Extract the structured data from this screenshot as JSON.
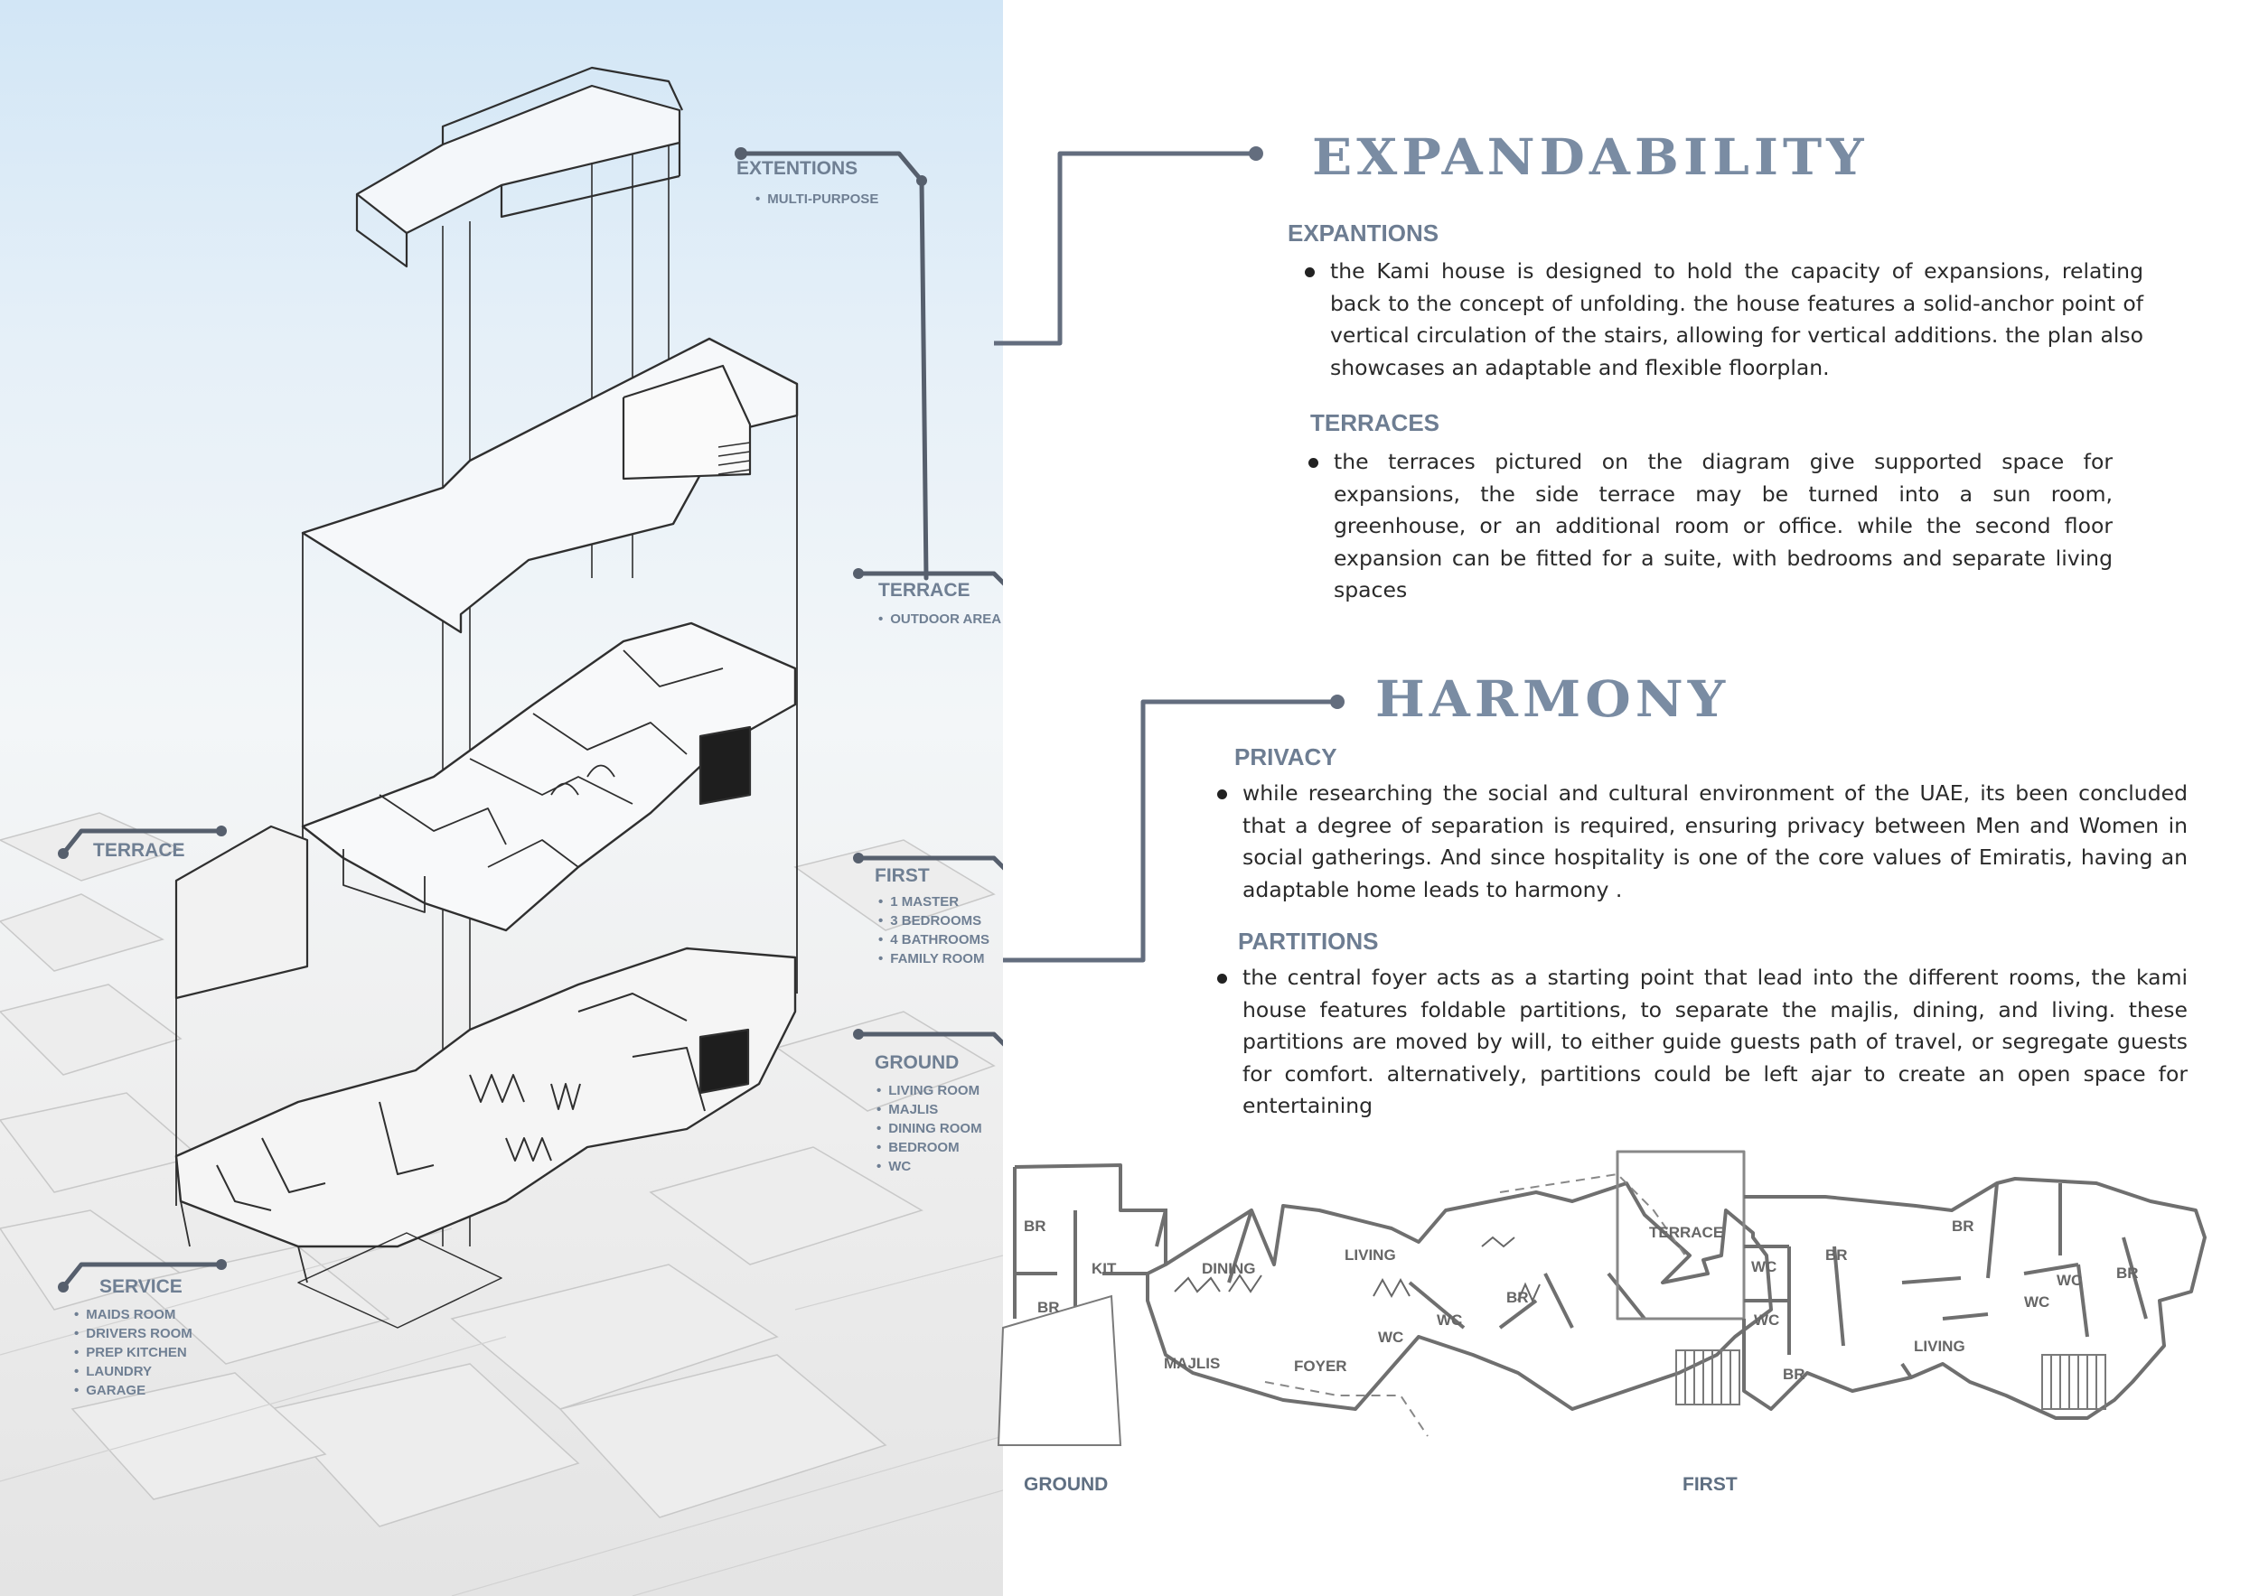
{
  "left_labels": {
    "extentions": {
      "title": "EXTENTIONS",
      "items": [
        "MULTI-PURPOSE"
      ]
    },
    "terrace_upper": {
      "title": "TERRACE",
      "items": [
        "OUTDOOR AREA"
      ]
    },
    "terrace_side": {
      "title": "TERRACE"
    },
    "first": {
      "title": "FIRST",
      "items": [
        "1 MASTER",
        "3 BEDROOMS",
        "4 BATHROOMS",
        "FAMILY ROOM"
      ]
    },
    "ground": {
      "title": "GROUND",
      "items": [
        "LIVING ROOM",
        "MAJLIS",
        "DINING ROOM",
        "BEDROOM",
        "WC"
      ]
    },
    "service": {
      "title": "SERVICE",
      "items": [
        "MAIDS ROOM",
        "DRIVERS ROOM",
        "PREP KITCHEN",
        "LAUNDRY",
        "GARAGE"
      ]
    }
  },
  "expandability": {
    "title": "EXPANDABILITY",
    "expantions": {
      "heading": "EXPANTIONS",
      "text": "the Kami house is designed to hold the capacity of expansions, relating back to the concept of unfolding. the house features a solid-anchor point of vertical circulation of the stairs, allowing for vertical additions. the plan also showcases an adaptable and flexible floorplan."
    },
    "terraces": {
      "heading": "TERRACES",
      "text": "the terraces pictured on the diagram give supported space for expansions, the side terrace may be turned into a sun room, greenhouse, or an additional room or office. while the second floor expansion can be fitted for a suite, with bedrooms and separate living spaces"
    }
  },
  "harmony": {
    "title": "HARMONY",
    "privacy": {
      "heading": "PRIVACY",
      "text": "while researching the social and cultural environment of the UAE, its been concluded that a degree of separation is required, ensuring privacy between Men and Women in social gatherings. And since hospitality is one of the core values of Emiratis, having an adaptable home leads to harmony ."
    },
    "partitions": {
      "heading": "PARTITIONS",
      "text": "the central foyer acts  as a starting point that lead into the different rooms, the kami house features foldable partitions, to separate the majlis, dining, and living. these partitions are moved by will, to either guide guests path of travel, or segregate guests for comfort. alternatively, partitions could be left ajar to create an open space for entertaining"
    }
  },
  "plans": {
    "ground": {
      "caption": "GROUND",
      "rooms": {
        "br1": "BR",
        "kit": "KIT",
        "dining": "DINING",
        "living": "LIVING",
        "br2": "BR",
        "br3": "BR",
        "wc1": "WC",
        "wc2": "WC",
        "majlis": "MAJLIS",
        "foyer": "FOYER"
      }
    },
    "first": {
      "caption": "FIRST",
      "rooms": {
        "terrace": "TERRACE",
        "wc1": "WC",
        "br1": "BR",
        "br2": "BR",
        "wc2": "WC",
        "wc3": "WC",
        "br3": "BR",
        "wc4": "WC",
        "living": "LIVING",
        "br4": "BR"
      }
    }
  },
  "colors": {
    "accent": "#7a8ca3",
    "leader": "#636d7e",
    "text": "#2a2a2a"
  }
}
